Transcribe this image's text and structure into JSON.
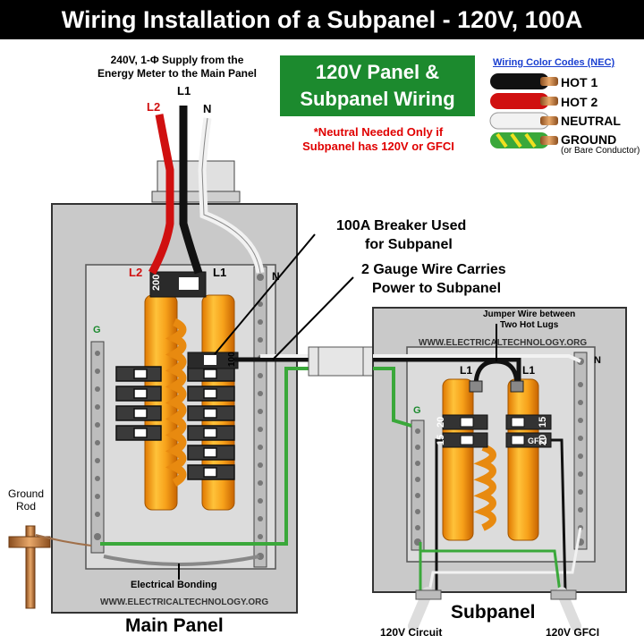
{
  "title": "Wiring Installation of a Subpanel - 120V, 100A",
  "supply": {
    "line1": "240V, 1-Φ Supply from the",
    "line2": "Energy Meter to the Main Panel"
  },
  "badge": {
    "line1": "120V Panel &",
    "line2": "Subpanel Wiring"
  },
  "note": {
    "line1": "*Neutral Needed Only if",
    "line2": "Subpanel has 120V or GFCI"
  },
  "legend": {
    "title": "Wiring Color Codes (NEC)",
    "items": [
      {
        "label": "HOT 1",
        "color": "#111111"
      },
      {
        "label": "HOT 2",
        "color": "#d01010"
      },
      {
        "label": "NEUTRAL",
        "color": "#f2f2f2"
      },
      {
        "label": "GROUND",
        "color": "#3aa83a",
        "sublabel": "(or Bare Conductor)"
      }
    ]
  },
  "wire_labels": {
    "l1": "L1",
    "l2": "L2",
    "n": "N",
    "g": "G"
  },
  "breaker_200": "200",
  "breaker_100": "100",
  "callouts": {
    "breaker_line1": "100A Breaker Used",
    "breaker_line2": "for Subpanel",
    "wire_line1": "2 Gauge Wire Carries",
    "wire_line2": "Power to Subpanel",
    "jumper_line1": "Jumper Wire between",
    "jumper_line2": "Two Hot Lugs",
    "bonding": "Electrical Bonding"
  },
  "ground_rod": {
    "line1": "Ground",
    "line2": "Rod"
  },
  "watermark": "WWW.ELECTRICALTECHNOLOGY.ORG",
  "sub_breakers": {
    "b20": "20",
    "b15_left": "15",
    "b15_right": "15",
    "b20_right": "20",
    "gfci": "GFCI"
  },
  "panels": {
    "main": "Main Panel",
    "sub": "Subpanel"
  },
  "circuits": {
    "left": "120V Circuit",
    "right": "120V GFCI"
  },
  "colors": {
    "bus": "#f59a10",
    "bus_dark": "#c96a00",
    "panel": "#cfcfcf",
    "panel_border": "#3a3a3a",
    "hot1": "#111111",
    "hot2": "#d01010",
    "neutral": "#f2f2f2",
    "ground": "#3aa83a",
    "badge": "#1c8a2e",
    "alert": "#e00000"
  }
}
